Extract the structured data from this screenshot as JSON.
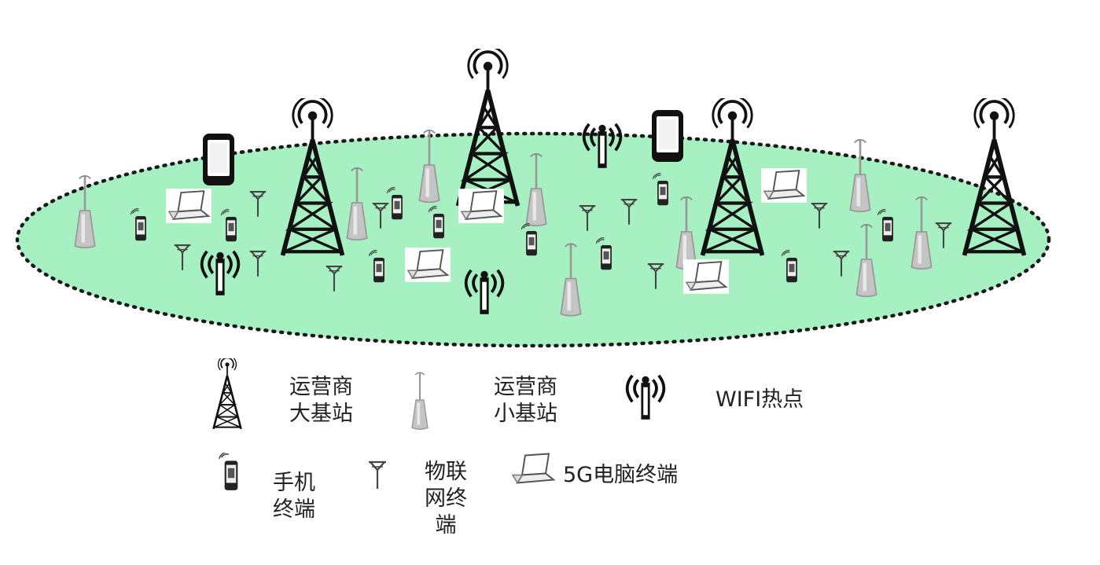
{
  "colors": {
    "coverage_fill": "#a6f0c2",
    "coverage_border": "#1a1a1a",
    "tower": "#111111",
    "small_cell": "#bdbdbd"
  },
  "icons": {
    "macro": "macro-base-station-icon",
    "small": "small-base-station-icon",
    "wifi": "wifi-hotspot-icon",
    "phone": "mobile-phone-icon",
    "iot": "iot-terminal-icon",
    "laptop": "laptop-icon"
  },
  "legend": {
    "macro_line1": "运营商",
    "macro_line2": "大基站",
    "small_line1": "运营商",
    "small_line2": "小基站",
    "wifi": "WIFI热点",
    "phone_line1": "手机",
    "phone_line2": "终端",
    "iot_line1": "物联",
    "iot_line2": "网终",
    "iot_line3": "端",
    "laptop": "5G电脑终端"
  }
}
